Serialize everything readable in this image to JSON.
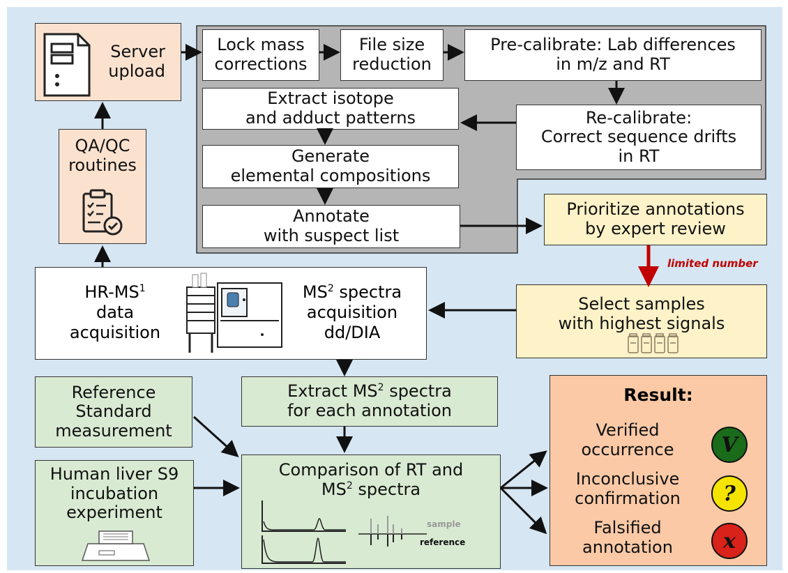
{
  "server_upload": {
    "line1": "Server",
    "line2": "upload"
  },
  "qa_qc": {
    "line1": "QA/QC",
    "line2": "routines"
  },
  "lock_mass": {
    "line1": "Lock mass",
    "line2": "corrections"
  },
  "file_size": {
    "line1": "File size",
    "line2": "reduction"
  },
  "pre_calibrate": {
    "line1": "Pre-calibrate: Lab differences",
    "line2": "in m/z and RT"
  },
  "extract_isotope": {
    "line1": "Extract isotope",
    "line2": "and adduct patterns"
  },
  "re_calibrate": {
    "line1": "Re-calibrate:",
    "line2": "Correct sequence drifts",
    "line3": "in RT"
  },
  "generate": {
    "line1": "Generate",
    "line2": "elemental compositions"
  },
  "annotate": {
    "line1": "Annotate",
    "line2": "with suspect list"
  },
  "prioritize": {
    "line1": "Prioritize annotations",
    "line2": "by expert review"
  },
  "limited_number": "limited number",
  "hrms": {
    "line1_pre": "HR-MS",
    "line1_sup": "1",
    "line2": "data",
    "line3": "acquisition"
  },
  "ms2_acq": {
    "line1_pre": "MS",
    "line1_sup": "2",
    "line1_post": " spectra",
    "line2": "acquisition",
    "line3": "dd/DIA"
  },
  "select_samples": {
    "line1": "Select samples",
    "line2": "with highest signals"
  },
  "reference_standard": {
    "line1": "Reference",
    "line2": "Standard",
    "line3": "measurement"
  },
  "extract_ms2": {
    "line1_pre": "Extract  MS",
    "line1_sup": "2",
    "line1_post": " spectra",
    "line2": "for each annotation"
  },
  "human_liver": {
    "line1": "Human liver S9",
    "line2": "incubation",
    "line3": "experiment"
  },
  "comparison": {
    "line1": "Comparison of RT and",
    "line2_pre": "MS",
    "line2_sup": "2",
    "line2_post": " spectra",
    "sample_label": "sample",
    "reference_label": "reference"
  },
  "result": {
    "title": "Result:",
    "verified": {
      "line1": "Verified",
      "line2": "occurrence",
      "symbol": "V",
      "color": "#1a6b1a"
    },
    "inconclusive": {
      "line1": "Inconclusive",
      "line2": "confirmation",
      "symbol": "?",
      "color": "#f5e400"
    },
    "falsified": {
      "line1": "Falsified",
      "line2": "annotation",
      "symbol": "x",
      "color": "#d8221a"
    }
  },
  "colors": {
    "background": "#d6e6f2",
    "gray_panel": "#b5b5b5",
    "peach": "#fbe2cf",
    "green": "#d9ead3",
    "yellow": "#fdf2c8",
    "orange": "#fbc9a6",
    "red_arrow": "#c00000"
  }
}
